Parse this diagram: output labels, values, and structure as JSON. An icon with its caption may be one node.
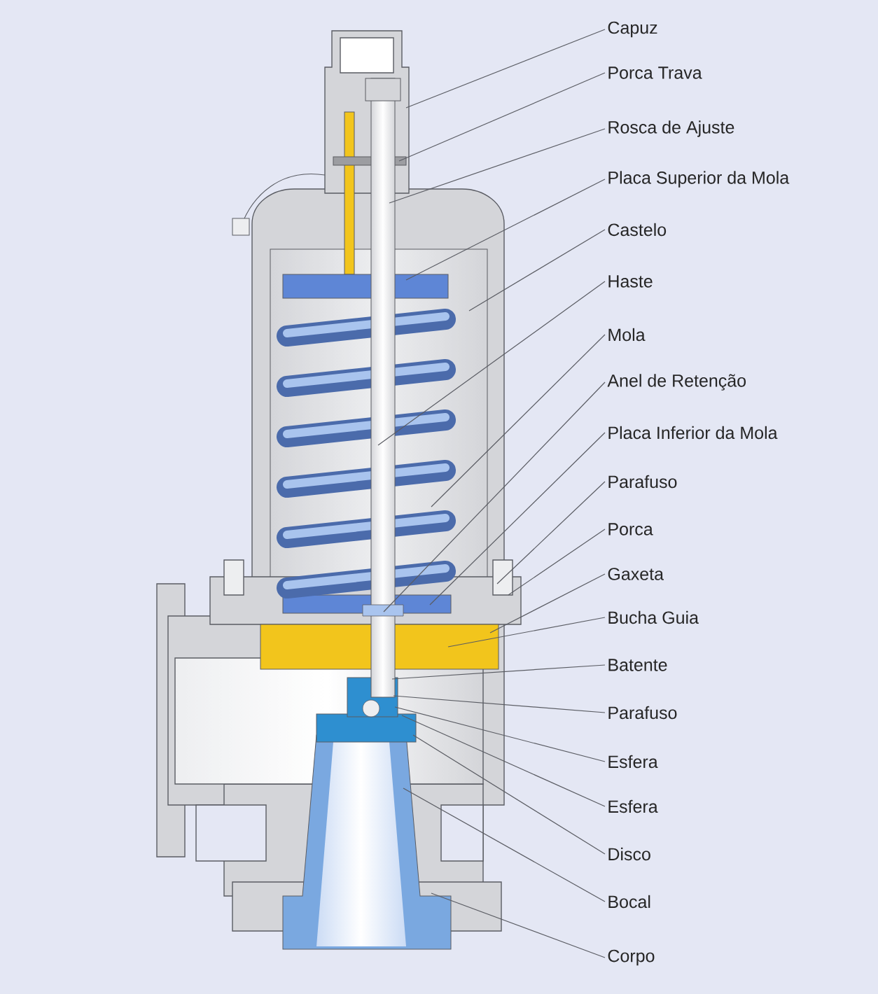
{
  "diagram": {
    "nodes": [
      {
        "text": [
          "Capuz"
        ]
      },
      {
        "text": [
          "Porca Trava"
        ]
      },
      {
        "text": [
          "Rosca de Ajuste"
        ]
      },
      {
        "text": [
          "Placa Superior da Mola"
        ]
      },
      {
        "text": [
          "Castelo"
        ]
      },
      {
        "text": [
          "Haste"
        ]
      },
      {
        "text": [
          "Mola"
        ]
      },
      {
        "text": [
          "Anel de Retenção"
        ]
      },
      {
        "text": [
          "Placa Inferior da Mola"
        ]
      },
      {
        "text": [
          "Parafuso"
        ]
      },
      {
        "text": [
          "Porca"
        ]
      },
      {
        "text": [
          "Gaxeta"
        ]
      },
      {
        "text": [
          "Bucha Guia"
        ]
      },
      {
        "text": [
          "Batente"
        ]
      },
      {
        "text": [
          "Parafuso"
        ]
      },
      {
        "text": [
          "Esfera"
        ]
      },
      {
        "text": [
          "Esfera"
        ]
      },
      {
        "text": [
          "Disco"
        ]
      },
      {
        "text": [
          "Bocal"
        ]
      },
      {
        "text": [
          "Corpo"
        ]
      }
    ],
    "edges": [
      {
        "from": 0,
        "to": null,
        "arrow": "none"
      },
      {
        "from": 1,
        "to": null,
        "arrow": "none"
      },
      {
        "from": 2,
        "to": null,
        "arrow": "none"
      },
      {
        "from": 3,
        "to": null,
        "arrow": "none"
      },
      {
        "from": 4,
        "to": null,
        "arrow": "none"
      },
      {
        "from": 5,
        "to": null,
        "arrow": "none"
      },
      {
        "from": 6,
        "to": null,
        "arrow": "none"
      },
      {
        "from": 7,
        "to": null,
        "arrow": "none"
      },
      {
        "from": 8,
        "to": null,
        "arrow": "none"
      },
      {
        "from": 9,
        "to": null,
        "arrow": "none"
      },
      {
        "from": 10,
        "to": null,
        "arrow": "none"
      },
      {
        "from": 11,
        "to": null,
        "arrow": "none"
      },
      {
        "from": 12,
        "to": null,
        "arrow": "none"
      },
      {
        "from": 13,
        "to": null,
        "arrow": "none"
      },
      {
        "from": 14,
        "to": null,
        "arrow": "none"
      },
      {
        "from": 15,
        "to": null,
        "arrow": "none"
      },
      {
        "from": 16,
        "to": null,
        "arrow": "none"
      },
      {
        "from": 17,
        "to": null,
        "arrow": "none"
      },
      {
        "from": 18,
        "to": null,
        "arrow": "none"
      },
      {
        "from": 19,
        "to": null,
        "arrow": "none"
      }
    ]
  }
}
